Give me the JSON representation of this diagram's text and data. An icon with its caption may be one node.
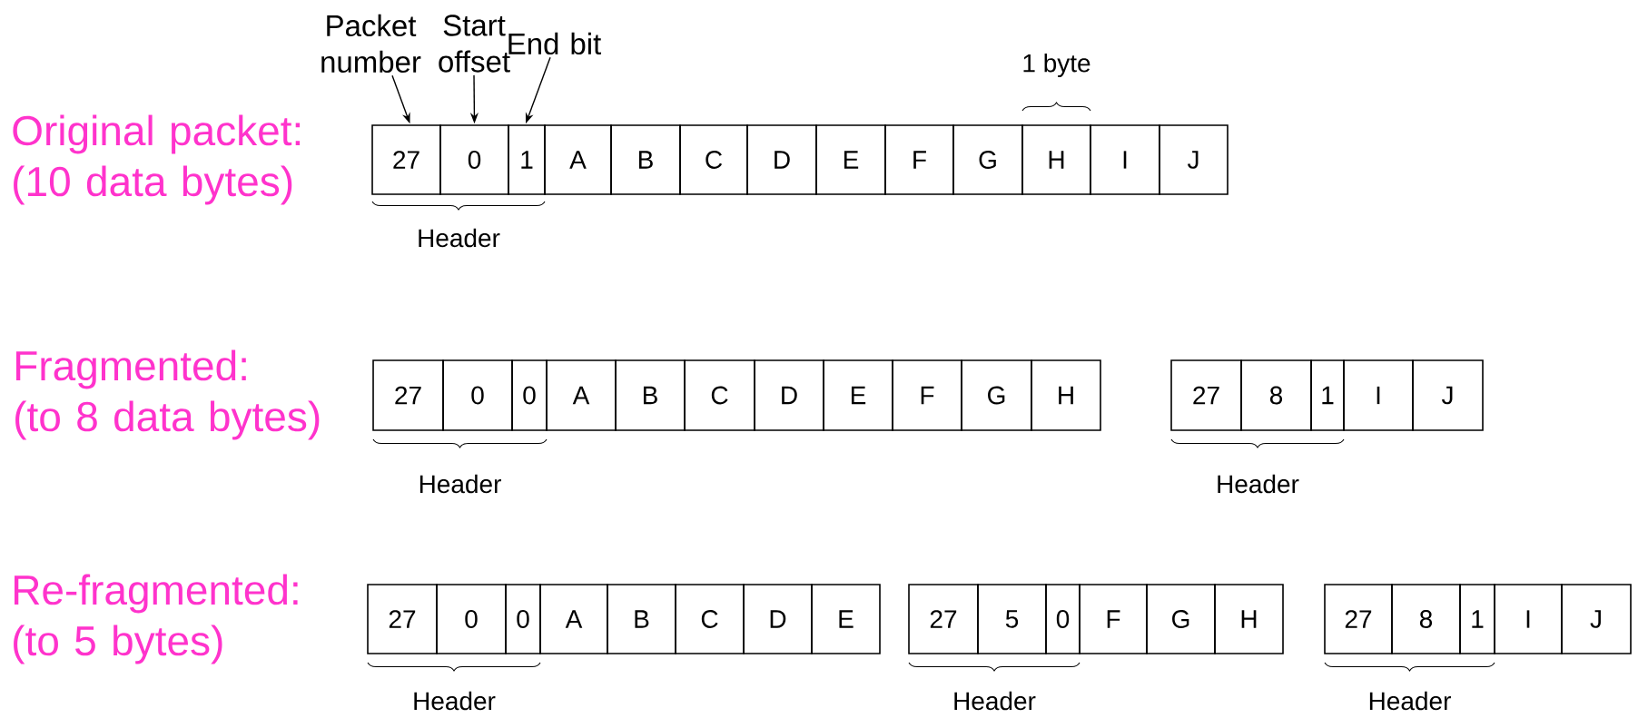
{
  "diagram": {
    "nodes": [
      {
        "text": [
          "Packet number"
        ]
      },
      {
        "text": [
          "Start offset"
        ]
      },
      {
        "text": [
          "End bit"
        ]
      },
      {
        "text": [
          "27"
        ]
      },
      {
        "text": [
          "0"
        ]
      },
      {
        "text": [
          "1"
        ]
      },
      {
        "text": [
          "A"
        ]
      },
      {
        "text": [
          "B"
        ]
      },
      {
        "text": [
          "C"
        ]
      },
      {
        "text": [
          "D"
        ]
      },
      {
        "text": [
          "E"
        ]
      },
      {
        "text": [
          "F"
        ]
      },
      {
        "text": [
          "G"
        ]
      },
      {
        "text": [
          "H"
        ]
      },
      {
        "text": [
          "I"
        ]
      },
      {
        "text": [
          "J"
        ]
      },
      {
        "text": [
          "27"
        ]
      },
      {
        "text": [
          "0"
        ]
      },
      {
        "text": [
          "0"
        ]
      },
      {
        "text": [
          "A"
        ]
      },
      {
        "text": [
          "B"
        ]
      },
      {
        "text": [
          "C"
        ]
      },
      {
        "text": [
          "D"
        ]
      },
      {
        "text": [
          "E"
        ]
      },
      {
        "text": [
          "F"
        ]
      },
      {
        "text": [
          "G"
        ]
      },
      {
        "text": [
          "H"
        ]
      },
      {
        "text": [
          "27"
        ]
      },
      {
        "text": [
          "8"
        ]
      },
      {
        "text": [
          "1"
        ]
      },
      {
        "text": [
          "I"
        ]
      },
      {
        "text": [
          "J"
        ]
      },
      {
        "text": [
          "27"
        ]
      },
      {
        "text": [
          "0"
        ]
      },
      {
        "text": [
          "0"
        ]
      },
      {
        "text": [
          "A"
        ]
      },
      {
        "text": [
          "B"
        ]
      },
      {
        "text": [
          "C"
        ]
      },
      {
        "text": [
          "D"
        ]
      },
      {
        "text": [
          "E"
        ]
      },
      {
        "text": [
          "27"
        ]
      },
      {
        "text": [
          "5"
        ]
      },
      {
        "text": [
          "0"
        ]
      },
      {
        "text": [
          "F"
        ]
      },
      {
        "text": [
          "G"
        ]
      },
      {
        "text": [
          "H"
        ]
      },
      {
        "text": [
          "27"
        ]
      },
      {
        "text": [
          "8"
        ]
      },
      {
        "text": [
          "1"
        ]
      },
      {
        "text": [
          "I"
        ]
      },
      {
        "text": [
          "J"
        ]
      }
    ],
    "edges": [
      {
        "from": 0,
        "to": 3,
        "arrow": "to"
      },
      {
        "from": 1,
        "to": 4,
        "arrow": "to"
      },
      {
        "from": 2,
        "to": 5,
        "arrow": "to"
      }
    ],
    "labels": [
      "1 byte",
      "Original packet: (10 data bytes)",
      "Header",
      "Fragmented: (to 8 data bytes)",
      "Header",
      "Header",
      "Re-fragmented: (to 5 bytes)",
      "Header",
      "Header",
      "Header"
    ]
  }
}
